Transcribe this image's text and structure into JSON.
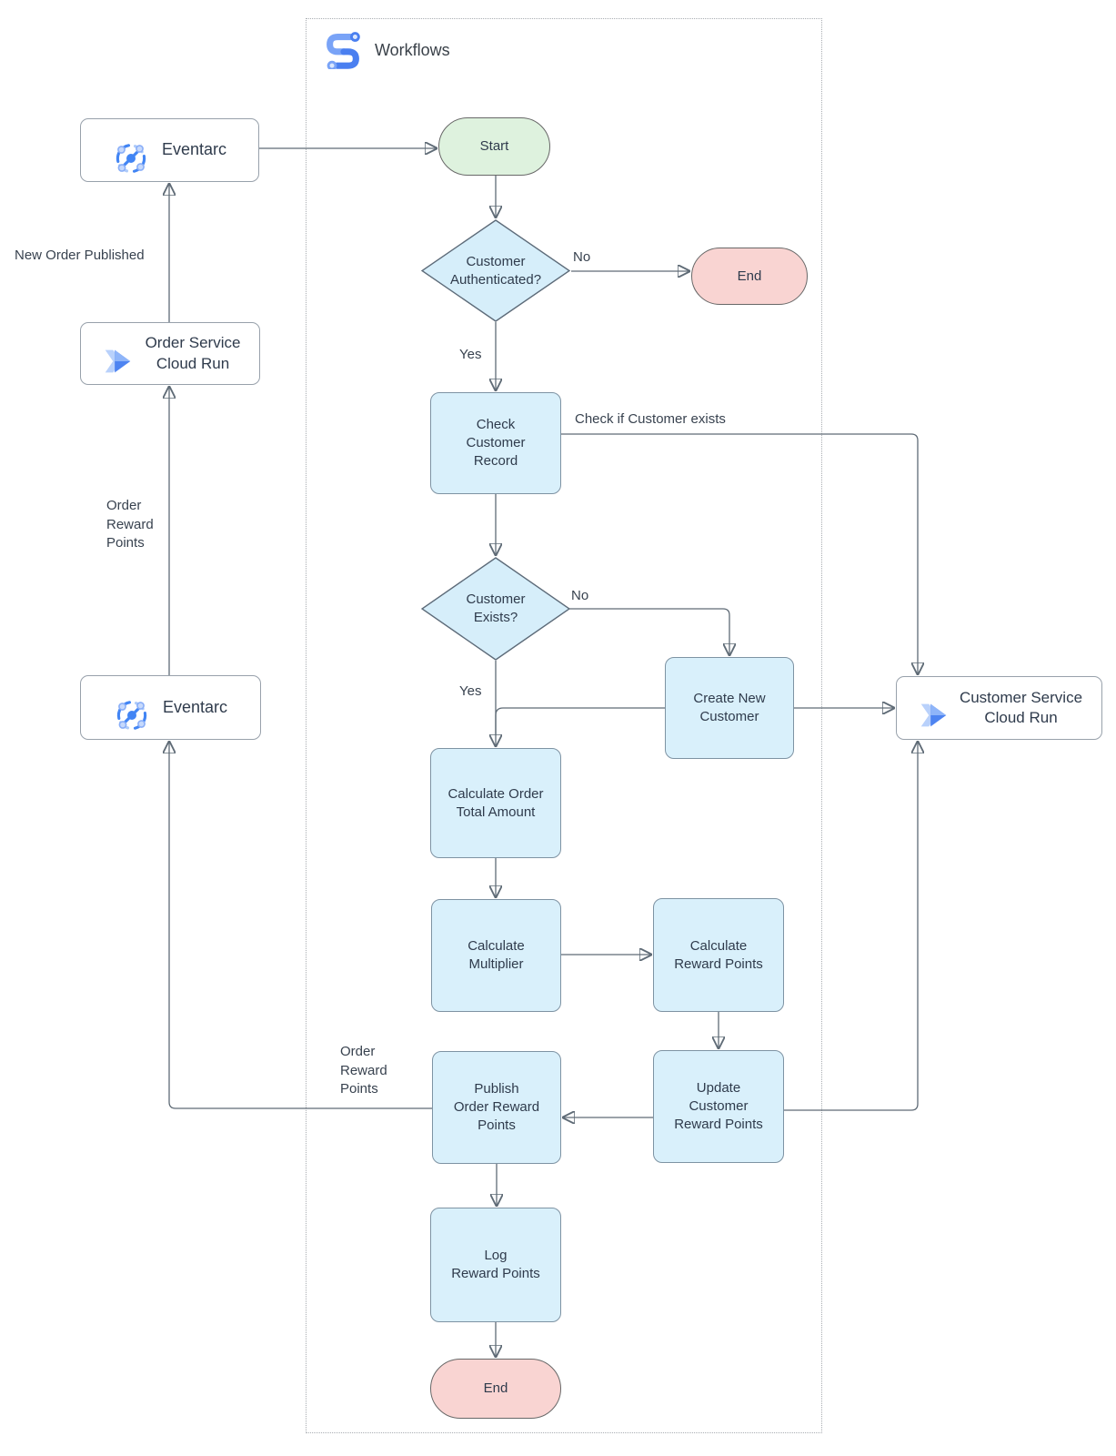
{
  "diagram": {
    "title": "Workflows",
    "nodes": {
      "eventarc_top": "Eventarc",
      "eventarc_low": "Eventarc",
      "order_service": "Order Service\nCloud Run",
      "customer_service": "Customer Service\nCloud Run",
      "start": "Start",
      "customer_authenticated": "Customer\nAuthenticated?",
      "end_top": "End",
      "check_customer_record": "Check\nCustomer\nRecord",
      "customer_exists": "Customer\nExists?",
      "create_new_customer": "Create New\nCustomer",
      "calculate_order_total": "Calculate Order\nTotal Amount",
      "calculate_multiplier": "Calculate\nMultiplier",
      "calculate_reward_points": "Calculate\nReward Points",
      "update_customer_reward_points": "Update\nCustomer\nReward Points",
      "publish_order_reward_points": "Publish\nOrder Reward\nPoints",
      "log_reward_points": "Log\nReward Points",
      "end_bottom": "End"
    },
    "edge_labels": {
      "no_auth": "No",
      "yes_auth": "Yes",
      "no_exists": "No",
      "yes_exists": "Yes",
      "new_order_published": "New Order Published",
      "order_reward_points_left": "Order\nReward\nPoints",
      "order_reward_points_mid": "Order\nReward\nPoints",
      "check_if_customer_exists": "Check if Customer exists"
    },
    "icons": {
      "workflows": "workflows-icon",
      "eventarc": "eventarc-icon",
      "cloud_run": "cloud-run-icon"
    },
    "colors": {
      "process_fill": "#d9f0fb",
      "process_border": "#7e93a3",
      "decision_fill": "#d6eefa",
      "decision_border": "#5d6b79",
      "start_fill": "#def2de",
      "end_fill": "#f9d4d2",
      "terminal_border": "#686868",
      "service_border": "#98a1ab",
      "line": "#5f6b76",
      "arrowhead": "#3b4a5a",
      "icon_blue": "#4285f4",
      "icon_light_blue": "#aecbfa"
    }
  }
}
